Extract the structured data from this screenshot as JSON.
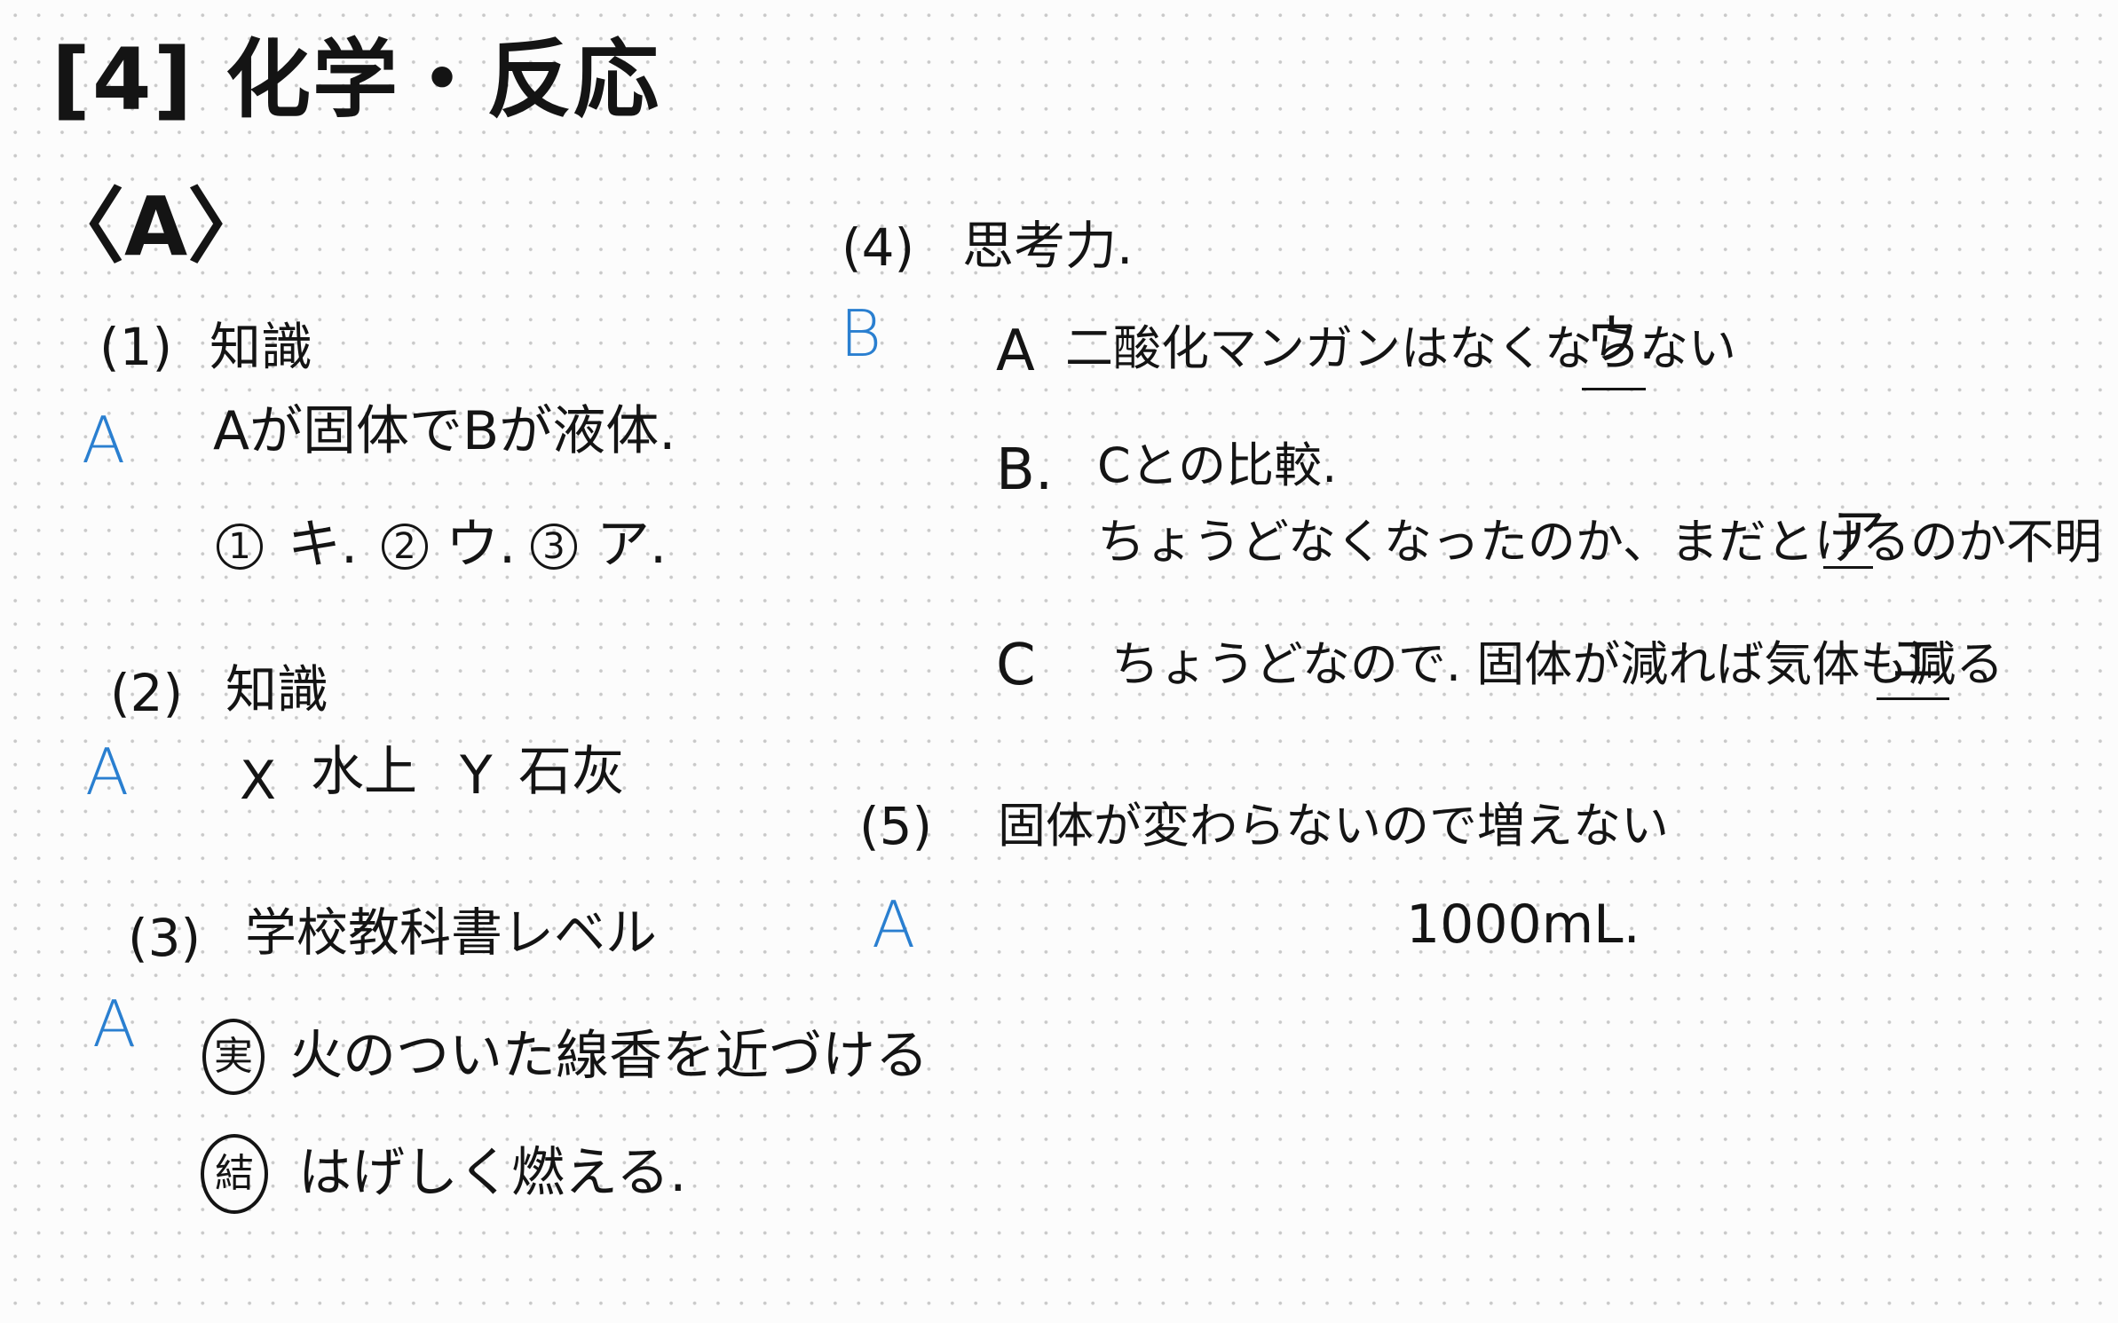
{
  "header": {
    "title": "[4] 化学・反応",
    "section": "〈A〉"
  },
  "q1": {
    "number": "(1)",
    "label": "知識",
    "grade": "A",
    "answer": "Aが固体でBが液体.",
    "choices": [
      {
        "mark": "1",
        "value": "キ."
      },
      {
        "mark": "2",
        "value": "ウ."
      },
      {
        "mark": "3",
        "value": "ア."
      }
    ]
  },
  "q2": {
    "number": "(2)",
    "label": "知識",
    "grade": "A",
    "x_mark": "X",
    "x_value": "水上",
    "y_mark": "Y",
    "y_value": "石灰"
  },
  "q3": {
    "number": "(3)",
    "label": "学校教科書レベル",
    "grade": "A",
    "experiment_mark": "実",
    "experiment": "火のついた線香を近づける",
    "result_mark": "結",
    "result": "はげしく燃える."
  },
  "q4": {
    "number": "(4)",
    "label": "思考力.",
    "grade": "B",
    "parts": [
      {
        "letter": "A",
        "line1": "二酸化マンガンはなくならない",
        "line2": "",
        "answer": "ウ."
      },
      {
        "letter": "B.",
        "line1": "Cとの比較.",
        "line2": "ちょうどなくなったのか、まだとけるのか不明",
        "answer": "ア"
      },
      {
        "letter": "C",
        "line1": "ちょうどなので. 固体が減れば気体も減る",
        "line2": "",
        "answer": "エ"
      }
    ]
  },
  "q5": {
    "number": "(5)",
    "label": "固体が変わらないので増えない",
    "grade": "A",
    "answer": "1000mL."
  }
}
